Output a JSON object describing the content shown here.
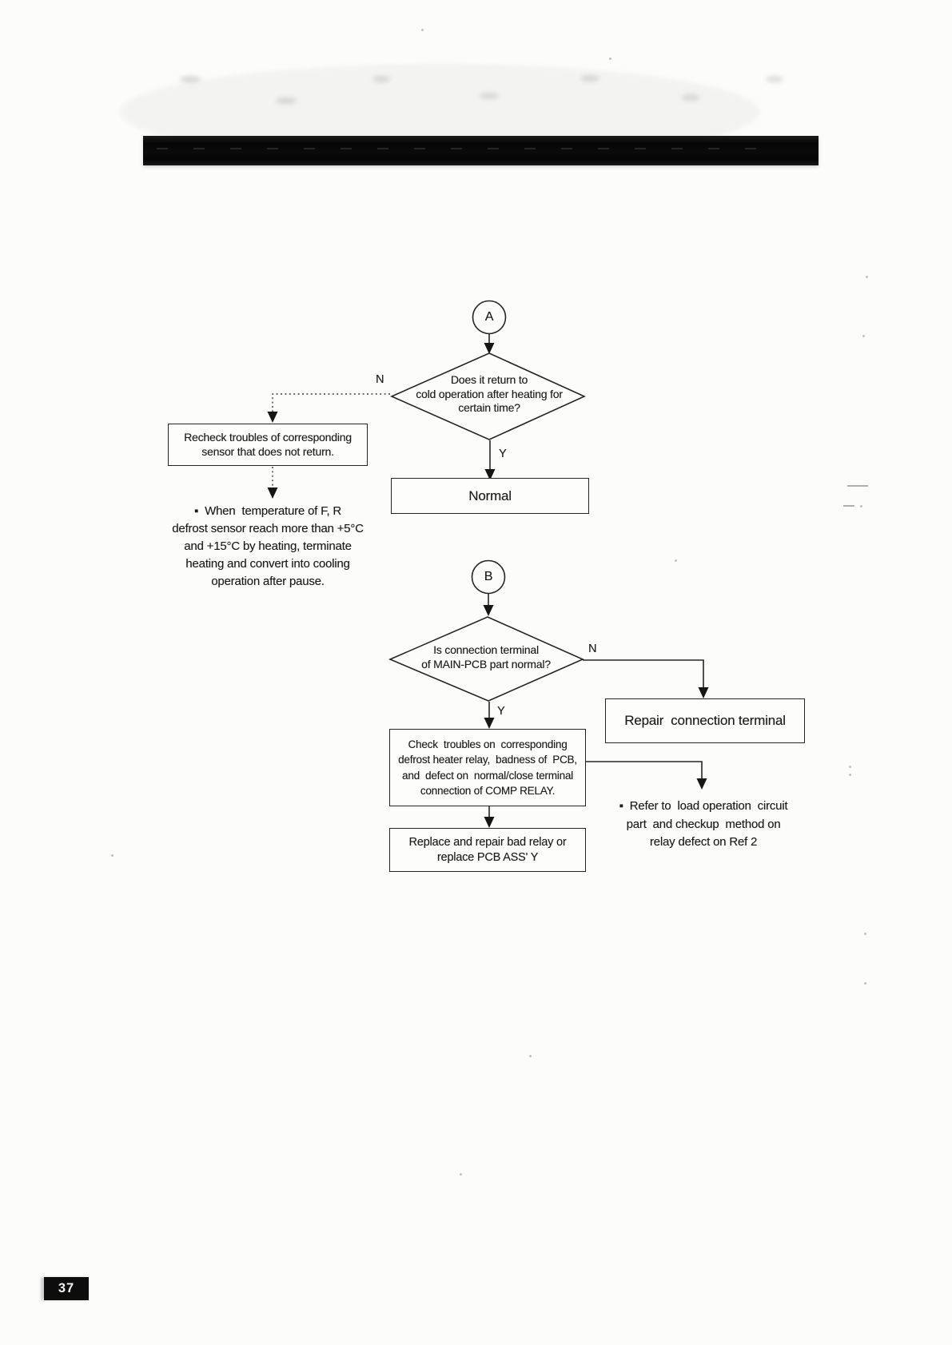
{
  "page": {
    "number": "37",
    "paper_color": "#fcfcfb",
    "ink_color": "#1b1b1b",
    "header_bar_color": "#0b0b0b"
  },
  "flowchart": {
    "connector_a": {
      "label": "A"
    },
    "decision_return_cold": {
      "lines": [
        "Does it return to",
        "cold operation after heating for",
        "certain time?"
      ],
      "no_label": "N",
      "yes_label": "Y"
    },
    "recheck_box": {
      "lines": [
        "Recheck troubles of corresponding",
        "sensor that does not return."
      ]
    },
    "normal_box": {
      "label": "Normal"
    },
    "note_defrost": {
      "lines": [
        "▪  When  temperature of F, R",
        "defrost sensor reach more than +5°C",
        "and +15°C by heating, terminate",
        "heating and convert into cooling",
        "operation after pause."
      ]
    },
    "connector_b": {
      "label": "B"
    },
    "decision_terminal": {
      "lines": [
        "Is connection terminal",
        "of MAIN-PCB part normal?"
      ],
      "no_label": "N",
      "yes_label": "Y"
    },
    "repair_box": {
      "label": "Repair  connection terminal"
    },
    "check_box": {
      "lines": [
        "Check  troubles on  corresponding",
        "defrost heater relay,  badness of  PCB,",
        "and  defect on  normal/close terminal",
        "connection of COMP RELAY."
      ]
    },
    "note_relay": {
      "lines": [
        "▪  Refer to  load operation  circuit",
        "part  and checkup  method on",
        "relay defect on Ref 2"
      ]
    },
    "replace_box": {
      "lines": [
        "Replace and repair bad relay or",
        "replace PCB ASS' Y"
      ]
    }
  }
}
